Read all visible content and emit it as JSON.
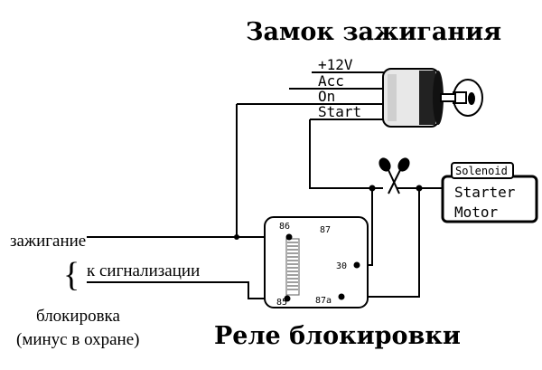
{
  "titles": {
    "ignition_lock": "Замок зажигания",
    "relay": "Реле блокировки"
  },
  "ignition_lock": {
    "terminals": [
      "+12V",
      "Acc",
      "On",
      "Start"
    ]
  },
  "starter": {
    "solenoid_label": "Solenoid",
    "motor_line1": "Starter",
    "motor_line2": "Motor"
  },
  "relay": {
    "pins": {
      "p86": "86",
      "p87": "87",
      "p30": "30",
      "p85": "85",
      "p87a": "87a"
    }
  },
  "left_labels": {
    "ignition": "зажигание",
    "brace": "{",
    "to_alarm": "к сигнализации",
    "block_line1": "блокировка",
    "block_line2": "(минус в охране)"
  },
  "icons": {
    "cut": "scissors-icon"
  }
}
